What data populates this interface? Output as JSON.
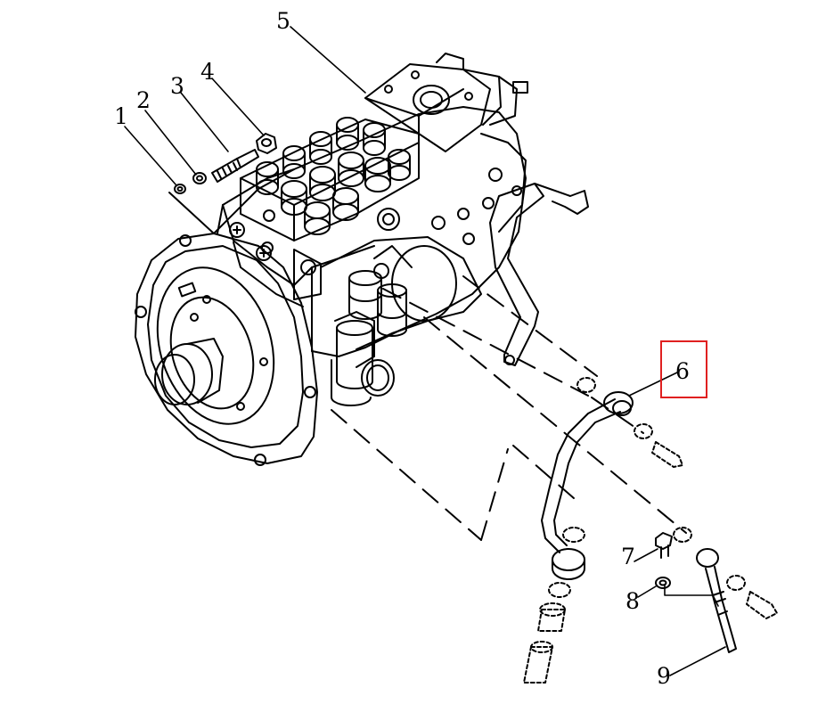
{
  "diagram": {
    "callouts": [
      {
        "id": "c1",
        "label": "1"
      },
      {
        "id": "c2",
        "label": "2"
      },
      {
        "id": "c3",
        "label": "3"
      },
      {
        "id": "c4",
        "label": "4"
      },
      {
        "id": "c5",
        "label": "5"
      },
      {
        "id": "c6",
        "label": "6"
      },
      {
        "id": "c7",
        "label": "7"
      },
      {
        "id": "c8",
        "label": "8"
      },
      {
        "id": "c9",
        "label": "9"
      }
    ],
    "highlight_color": "#e02020",
    "highlighted_callout": "6"
  }
}
